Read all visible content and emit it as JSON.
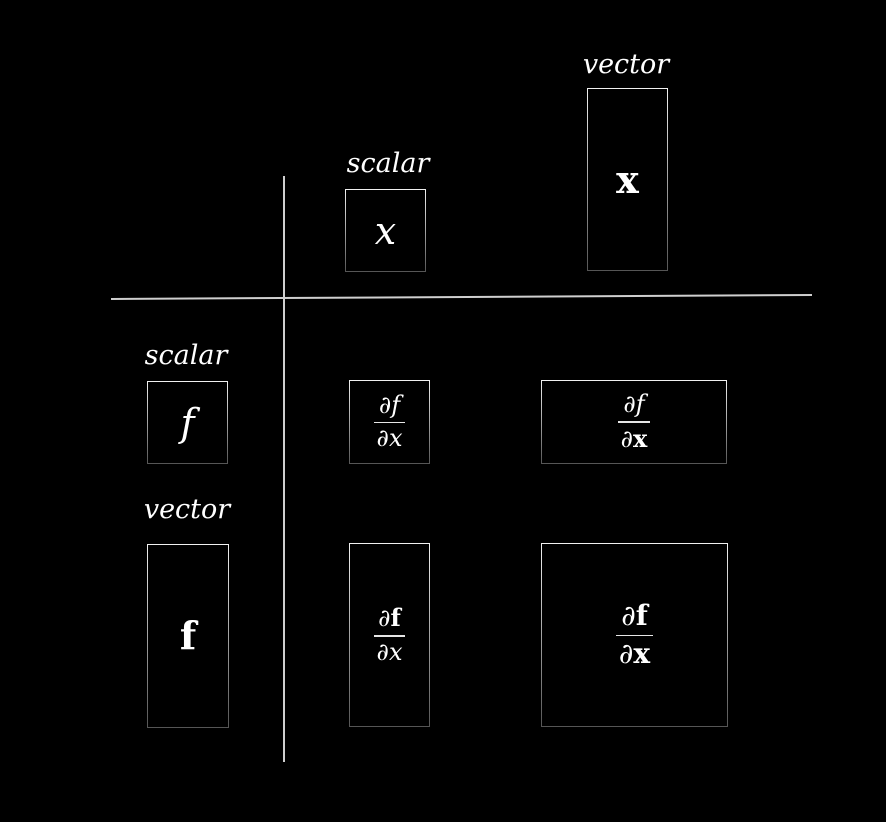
{
  "column_headers": {
    "scalar_label": "scalar",
    "vector_label": "vector",
    "scalar_symbol": "x",
    "vector_symbol": "x"
  },
  "row_headers": {
    "scalar_label": "scalar",
    "vector_label": "vector",
    "scalar_symbol": "f",
    "vector_symbol": "f"
  },
  "cells": {
    "ss": {
      "num_d": "∂",
      "num_v": "f",
      "den_d": "∂",
      "den_v": "x"
    },
    "sv": {
      "num_d": "∂",
      "num_v": "f",
      "den_d": "∂",
      "den_v": "x"
    },
    "vs": {
      "num_d": "∂",
      "num_v": "f",
      "den_d": "∂",
      "den_v": "x"
    },
    "vv": {
      "num_d": "∂",
      "num_v": "f",
      "den_d": "∂",
      "den_v": "x"
    }
  },
  "colors": {
    "background": "#000000",
    "foreground": "#ffffff"
  }
}
